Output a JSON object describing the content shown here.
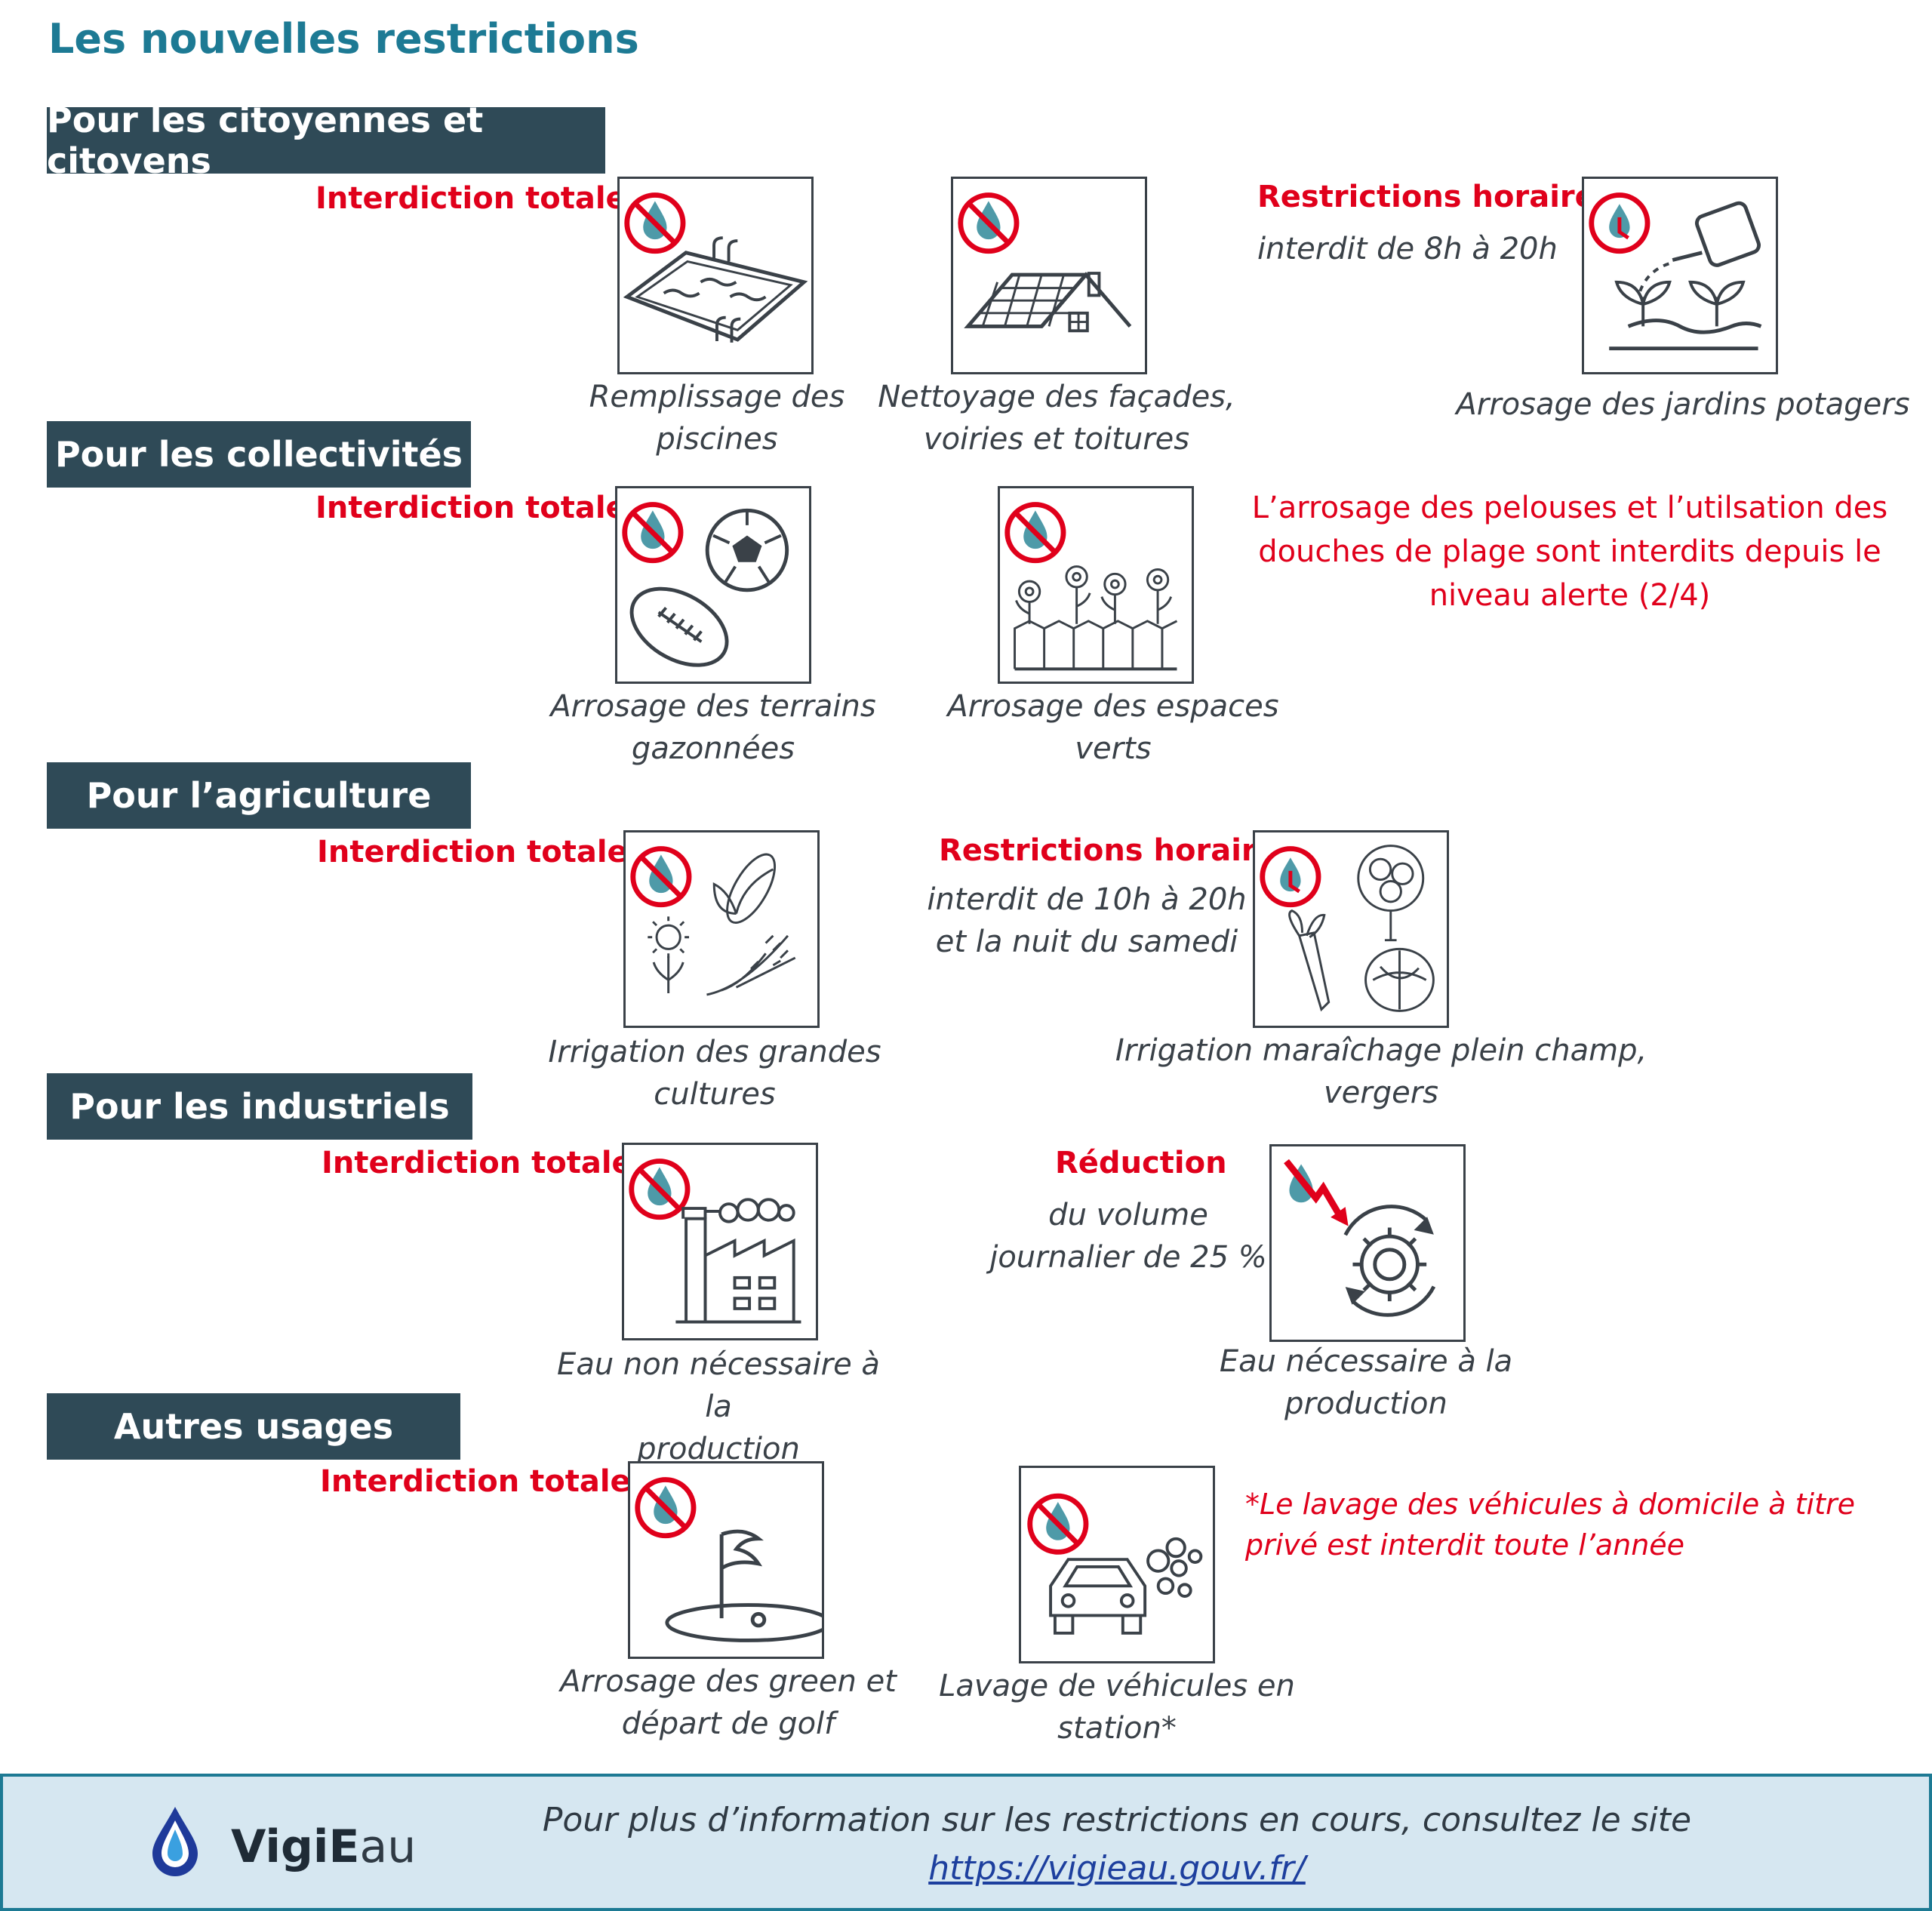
{
  "title": "Les nouvelles restrictions",
  "sections": {
    "citoyens": "Pour les citoyennes et citoyens",
    "collectivites": "Pour les collectivités",
    "agriculture": "Pour l’agriculture",
    "industriels": "Pour les industriels",
    "autres": "Autres usages"
  },
  "labels": {
    "interdiction": "Interdiction totale",
    "restrictions_horaires": "Restrictions horaires",
    "reduction": "Réduction"
  },
  "citoyens": {
    "piscines": [
      "Remplissage des",
      "piscines"
    ],
    "facades": [
      "Nettoyage des façades,",
      "voiries et toitures"
    ],
    "horaire": "interdit de 8h à 20h",
    "potagers": "Arrosage des jardins potagers"
  },
  "collectivites": {
    "terrains": [
      "Arrosage des terrains",
      "gazonnées"
    ],
    "espaces": "Arrosage des espaces verts",
    "note": [
      "L’arrosage des pelouses et l’utilsation des",
      "douches de plage sont interdits depuis le",
      "niveau alerte (2/4)"
    ]
  },
  "agriculture": {
    "grandes": [
      "Irrigation des grandes",
      "cultures"
    ],
    "horaire": [
      "interdit de 10h à 20h",
      "et la nuit du samedi"
    ],
    "maraichage": "Irrigation maraîchage plein champ, vergers"
  },
  "industriels": {
    "non_necessaire": [
      "Eau non nécessaire à la",
      "production"
    ],
    "reduction_text": [
      "du volume",
      "journalier de 25 %"
    ],
    "necessaire": [
      "Eau nécessaire à la",
      "production"
    ]
  },
  "autres": {
    "golf": [
      "Arrosage des green et",
      "départ de golf"
    ],
    "lavage": [
      "Lavage de véhicules en",
      "station*"
    ],
    "note": [
      "*Le lavage des véhicules à domicile à titre",
      "privé est interdit toute l’année"
    ]
  },
  "footer": {
    "text": "Pour plus d’information sur les restrictions en cours, consultez le site",
    "link": "https://vigieau.gouv.fr/",
    "logo_main": "VigiE",
    "logo_rest": "au"
  },
  "colors": {
    "accent": "#1d7a94",
    "section_bg": "#2f4a57",
    "alert_red": "#e0001b",
    "footer_bg": "#d6e7f1"
  }
}
